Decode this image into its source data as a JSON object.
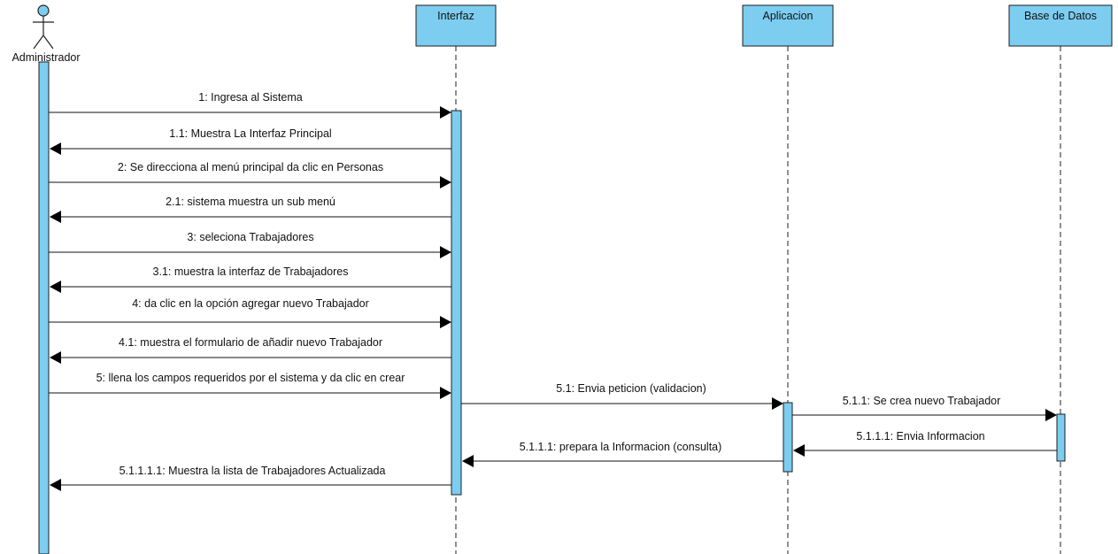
{
  "participants": {
    "actor": {
      "name": "Administrador"
    },
    "interfaz": {
      "name": "Interfaz"
    },
    "aplicacion": {
      "name": "Aplicacion"
    },
    "base_datos": {
      "name": "Base de Datos"
    }
  },
  "messages": [
    {
      "id": "m1",
      "label": "1: Ingresa al Sistema",
      "from": "actor",
      "to": "interfaz"
    },
    {
      "id": "m1_1",
      "label": "1.1: Muestra La Interfaz Principal",
      "from": "interfaz",
      "to": "actor"
    },
    {
      "id": "m2",
      "label": "2: Se direcciona al menú principal da clic en Personas",
      "from": "actor",
      "to": "interfaz"
    },
    {
      "id": "m2_1",
      "label": "2.1: sistema muestra un sub menú",
      "from": "interfaz",
      "to": "actor"
    },
    {
      "id": "m3",
      "label": "3: seleciona Trabajadores",
      "from": "actor",
      "to": "interfaz"
    },
    {
      "id": "m3_1",
      "label": "3.1: muestra la interfaz de Trabajadores",
      "from": "interfaz",
      "to": "actor"
    },
    {
      "id": "m4",
      "label": "4: da clic en la opción agregar nuevo Trabajador",
      "from": "actor",
      "to": "interfaz"
    },
    {
      "id": "m4_1",
      "label": "4.1: muestra el formulario de añadir nuevo Trabajador",
      "from": "interfaz",
      "to": "actor"
    },
    {
      "id": "m5",
      "label": "5: llena los campos requeridos por el sistema y da clic en crear",
      "from": "actor",
      "to": "interfaz"
    },
    {
      "id": "m5_1",
      "label": "5.1: Envia peticion (validacion)",
      "from": "interfaz",
      "to": "aplicacion"
    },
    {
      "id": "m5_1_1",
      "label": "5.1.1: Se crea nuevo Trabajador",
      "from": "aplicacion",
      "to": "base_datos"
    },
    {
      "id": "m5_1_1_ret",
      "label": "5.1.1.1: Envia Informacion",
      "from": "base_datos",
      "to": "aplicacion"
    },
    {
      "id": "m5_1_1_1",
      "label": "5.1.1.1: prepara la Informacion (consulta)",
      "from": "aplicacion",
      "to": "interfaz"
    },
    {
      "id": "m5_1_1_1_1",
      "label": "5.1.1.1.1: Muestra la lista de Trabajadores Actualizada",
      "from": "interfaz",
      "to": "actor"
    }
  ],
  "colors": {
    "box_fill": "#7ccdf0",
    "line": "#111111"
  }
}
